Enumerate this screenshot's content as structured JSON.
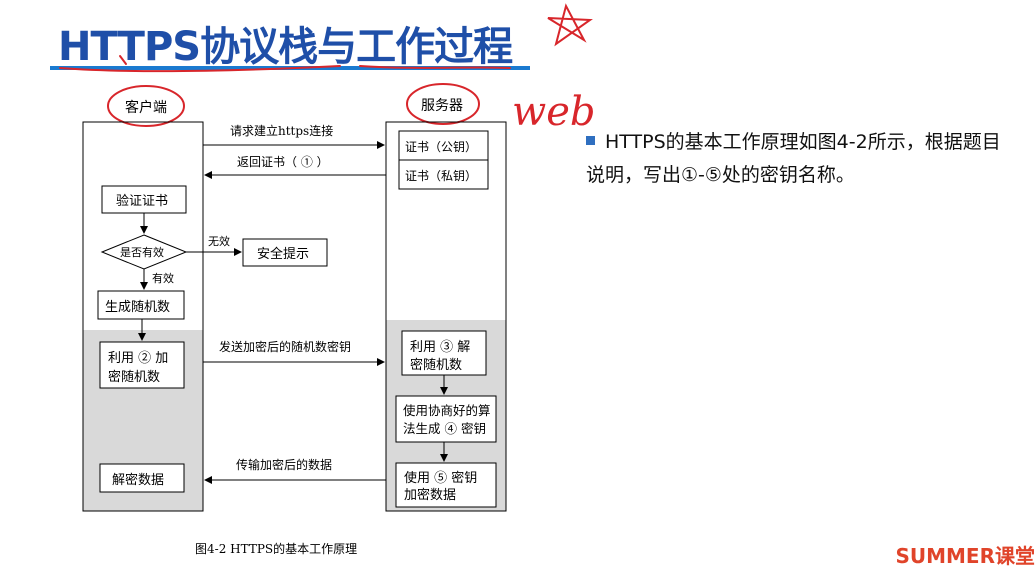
{
  "slide": {
    "title": "HTTPS协议栈与工作过程",
    "handwritten_note": "web",
    "bullet_text": "HTTPS的基本工作原理如图4-2所示，根据题目说明，写出①-⑤处的密钥名称。",
    "logo_text": "SUMMER课堂"
  },
  "diagram": {
    "client_label": "客户端",
    "server_label": "服务器",
    "msg_request": "请求建立https连接",
    "msg_return_cert": "返回证书（ ① ）",
    "server_cert_public": "证书（公钥）",
    "server_cert_private": "证书（私钥）",
    "verify_cert": "验证证书",
    "is_valid": "是否有效",
    "invalid": "无效",
    "valid": "有效",
    "security_alert": "安全提示",
    "gen_random": "生成随机数",
    "encrypt_random_line1": "利用 ② 加",
    "encrypt_random_line2": "密随机数",
    "msg_send_encrypted_key": "发送加密后的随机数密钥",
    "decrypt_random_line1": "利用 ③ 解",
    "decrypt_random_line2": "密随机数",
    "gen_key_line1": "使用协商好的算",
    "gen_key_line2": "法生成 ④ 密钥",
    "encrypt_data_line1": "使用 ⑤ 密钥",
    "encrypt_data_line2": "加密数据",
    "msg_transfer": "传输加密后的数据",
    "decrypt_data": "解密数据",
    "caption": "图4-2 HTTPS的基本工作原理"
  },
  "colors": {
    "title": "#1f4fa8",
    "underline": "#1a7ad0",
    "annotation_red": "#d8262b",
    "shade": "#d9d9d9",
    "bullet": "#2f6fc0"
  }
}
